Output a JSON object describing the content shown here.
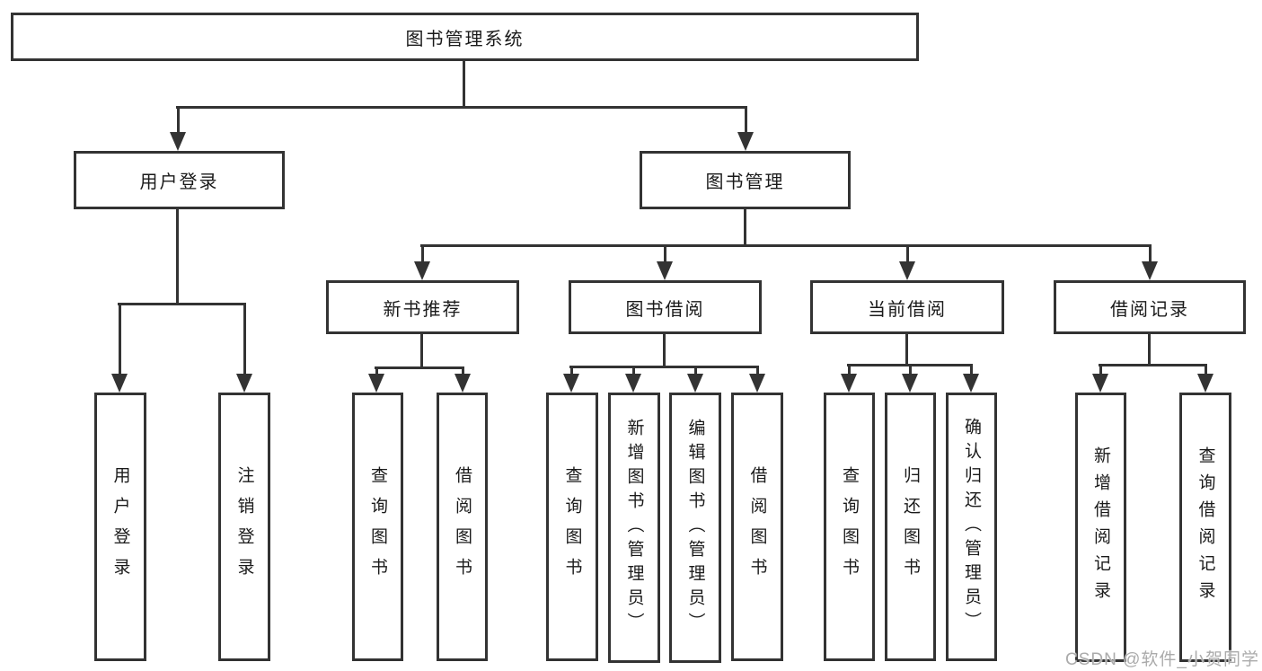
{
  "diagram_title": "图书管理系统",
  "tree": {
    "label": "图书管理系统",
    "children": [
      {
        "label": "用户登录",
        "children": [
          {
            "label": "用户登录"
          },
          {
            "label": "注销登录"
          }
        ]
      },
      {
        "label": "图书管理",
        "children": [
          {
            "label": "新书推荐",
            "children": [
              {
                "label": "查询图书"
              },
              {
                "label": "借阅图书"
              }
            ]
          },
          {
            "label": "图书借阅",
            "children": [
              {
                "label": "查询图书"
              },
              {
                "label": "新增图书（管理员）"
              },
              {
                "label": "编辑图书（管理员）"
              },
              {
                "label": "借阅图书"
              }
            ]
          },
          {
            "label": "当前借阅",
            "children": [
              {
                "label": "查询图书"
              },
              {
                "label": "归还图书"
              },
              {
                "label": "确认归还（管理员）"
              }
            ]
          },
          {
            "label": "借阅记录",
            "children": [
              {
                "label": "新增借阅记录"
              },
              {
                "label": "查询借阅记录"
              }
            ]
          }
        ]
      }
    ]
  },
  "watermark": {
    "text": "CSDN @软件_小贺同学"
  },
  "colors": {
    "line": "#333333",
    "text": "#1a1a1a",
    "background": "#ffffff",
    "watermark": "#ababab"
  }
}
